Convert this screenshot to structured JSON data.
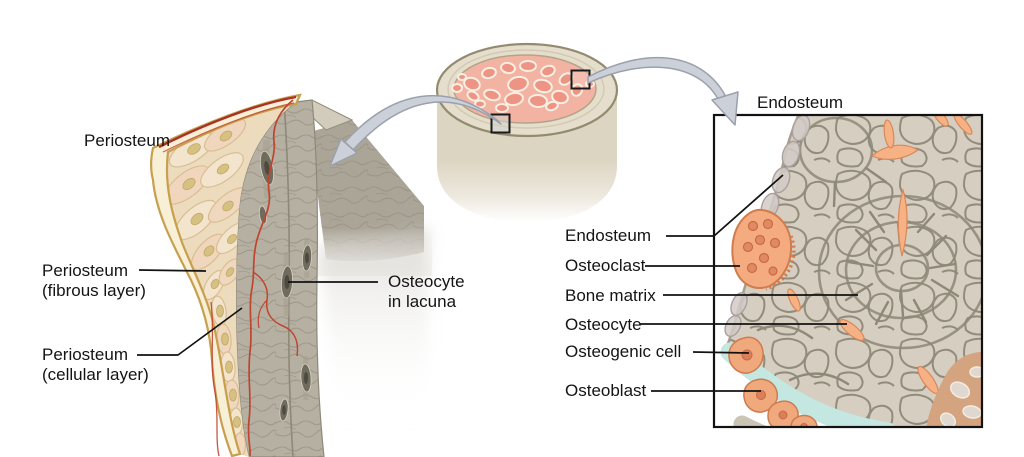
{
  "left_panel": {
    "periosteum_label": "Periosteum",
    "fibrous_label": {
      "line1": "Periosteum",
      "line2": "(fibrous layer)"
    },
    "cellular_label": {
      "line1": "Periosteum",
      "line2": "(cellular layer)"
    },
    "osteocyte_label": {
      "line1": "Osteocyte",
      "line2": "in lacuna"
    }
  },
  "right_panel": {
    "title": "Endosteum",
    "labels": {
      "endosteum": "Endosteum",
      "osteoclast": "Osteoclast",
      "bone_matrix": "Bone matrix",
      "osteocyte": "Osteocyte",
      "osteogenic_cell": "Osteogenic cell",
      "osteoblast": "Osteoblast"
    }
  },
  "colors": {
    "bone_surface_cream": "#e5decc",
    "bone_outline": "#938a70",
    "marrow_pink": "#f3b3a3",
    "marrow_blob": "#ee9484",
    "arrow_fill": "#ccd1d9",
    "arrow_stroke": "#9aa1ad",
    "periosteum_gold": "#c79f4e",
    "periosteum_cream": "#f8efd7",
    "fibrous_cell": "#f3e4cd",
    "cell_nucleus_tan": "#d6c183",
    "bone_gray": "#b6b0a2",
    "bone_gray_line": "#8e8879",
    "osteocyte_dark": "#6f6b5d",
    "vessel_red": "#c0452f",
    "bone_matrix_tan": "#d6cec0",
    "matrix_gap_gray": "#8d8878",
    "lacuna_salmon": "#f6b184",
    "cell_salmon": "#f4ab7f",
    "cell_salmon_stroke": "#d07c4c",
    "nucleus_salmon": "#e08a62",
    "teal_band": "#c4e7e2",
    "leader_line": "#121212"
  }
}
